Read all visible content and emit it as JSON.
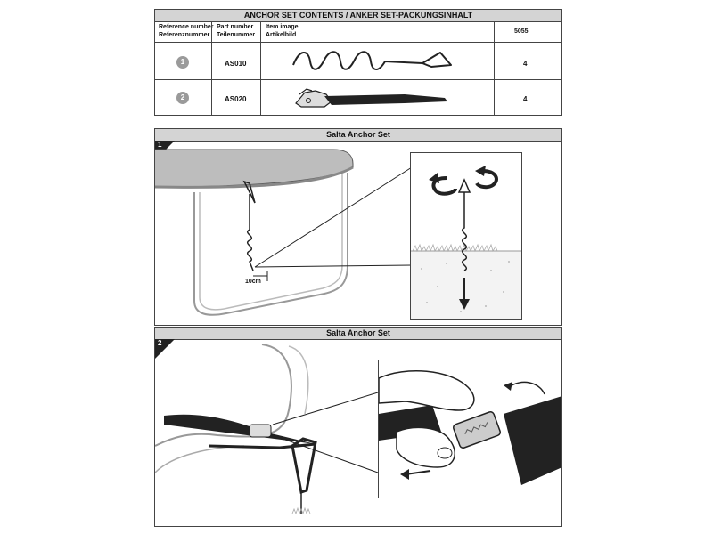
{
  "table": {
    "title": "ANCHOR SET CONTENTS / ANKER SET-PACKUNGSINHALT",
    "col_ref": [
      "Reference number",
      "Referenznummer"
    ],
    "col_part": [
      "Part number",
      "Teilenummer"
    ],
    "col_image": [
      "Item image",
      "Artikelbild"
    ],
    "col_model": "5055",
    "rows": [
      {
        "ref": "1",
        "part": "AS010",
        "qty": "4",
        "image": "ground-anchor-illustration"
      },
      {
        "ref": "2",
        "part": "AS020",
        "qty": "4",
        "image": "buckle-strap-illustration"
      }
    ]
  },
  "panel1": {
    "title": "Salta Anchor Set",
    "step": "1",
    "measure": "10cm"
  },
  "panel2": {
    "title": "Salta Anchor Set",
    "step": "2"
  }
}
